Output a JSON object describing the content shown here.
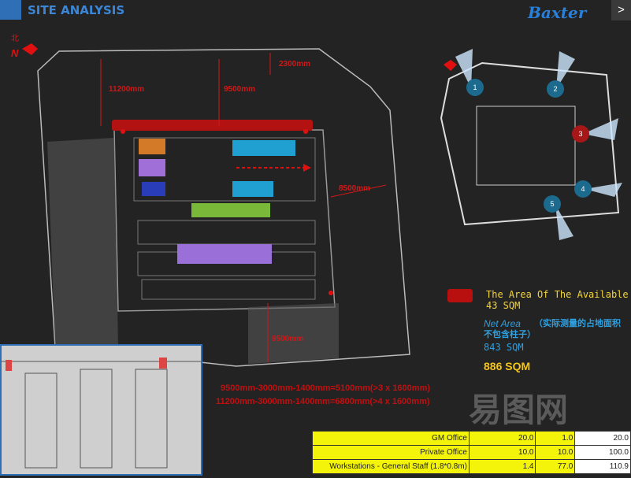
{
  "header": {
    "title": "SITE ANALYSIS",
    "logo": "Baxter",
    "next_label": ">"
  },
  "compass": {
    "cn": "北",
    "en": "N"
  },
  "dimensions": {
    "d1": "11200mm",
    "d2": "9500mm",
    "d3": "2300mm",
    "d4": "8500mm",
    "d5": "9500mm"
  },
  "calcs": [
    "9500mm-3000mm-1400mm=5100mm(>3 x 1600mm)",
    "11200mm-3000mm-1400mm=6800mm(>4 x 1600mm)"
  ],
  "legend": {
    "available_label": "The Area Of The Available",
    "available_value": "43 SQM",
    "net_label": "Net Area",
    "net_note": "（实际测量的占地面积　不包含柱子）",
    "net_value": "843 SQM",
    "total": "886 SQM",
    "swatch_color": "#b80f0f"
  },
  "views": [
    "1",
    "2",
    "3",
    "4",
    "5"
  ],
  "table": {
    "rows": [
      {
        "name": "GM Office",
        "a": "20.0",
        "b": "1.0",
        "c": "20.0"
      },
      {
        "name": "Private Office",
        "a": "10.0",
        "b": "10.0",
        "c": "100.0"
      },
      {
        "name": "Workstations - General Staff (1.8*0.8m)",
        "a": "1.4",
        "b": "77.0",
        "c": "110.9"
      }
    ]
  },
  "watermark": "易图网"
}
